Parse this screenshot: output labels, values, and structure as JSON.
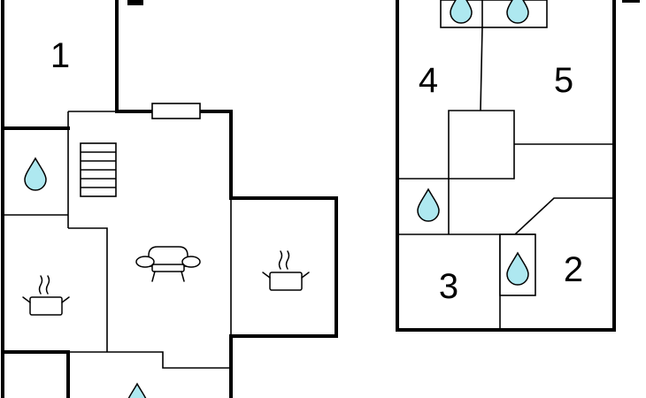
{
  "floor_plan": {
    "room_numbers": {
      "room_1": "1",
      "room_2": "2",
      "room_3": "3",
      "room_4": "4",
      "room_5": "5"
    },
    "icons": {
      "bathroom": "water-drop-icon",
      "kitchen": "cooking-pot-icon",
      "living_room": "sofa-icon",
      "stairs": "stairs-icon",
      "window": "window-icon"
    },
    "colors": {
      "water_fill": "#aee8f0",
      "lines": "#000000",
      "background": "#ffffff"
    }
  }
}
